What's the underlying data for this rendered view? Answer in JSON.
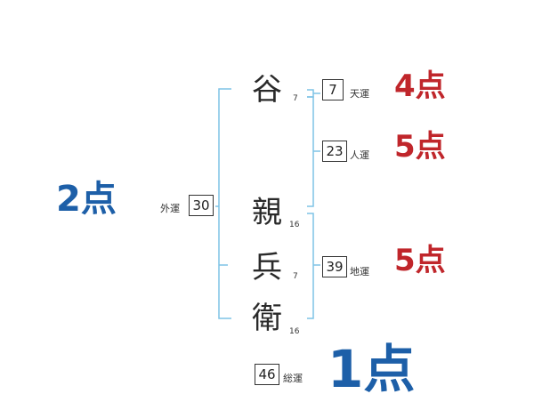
{
  "name_chars": [
    {
      "char": "谷",
      "strokes": "7"
    },
    {
      "char": "親",
      "strokes": "16"
    },
    {
      "char": "兵",
      "strokes": "7"
    },
    {
      "char": "衛",
      "strokes": "16"
    }
  ],
  "fortunes": {
    "tenun": {
      "value": "7",
      "label": "天運",
      "score": "4点"
    },
    "jinun": {
      "value": "23",
      "label": "人運",
      "score": "5点"
    },
    "chiun": {
      "value": "39",
      "label": "地運",
      "score": "5点"
    },
    "gaiun": {
      "value": "30",
      "label": "外運",
      "score": "2点"
    },
    "souun": {
      "value": "46",
      "label": "総運",
      "score": "1点"
    }
  },
  "colors": {
    "red": "#c0262b",
    "blue": "#1d5fa8",
    "bracket": "#7ec3e6"
  }
}
